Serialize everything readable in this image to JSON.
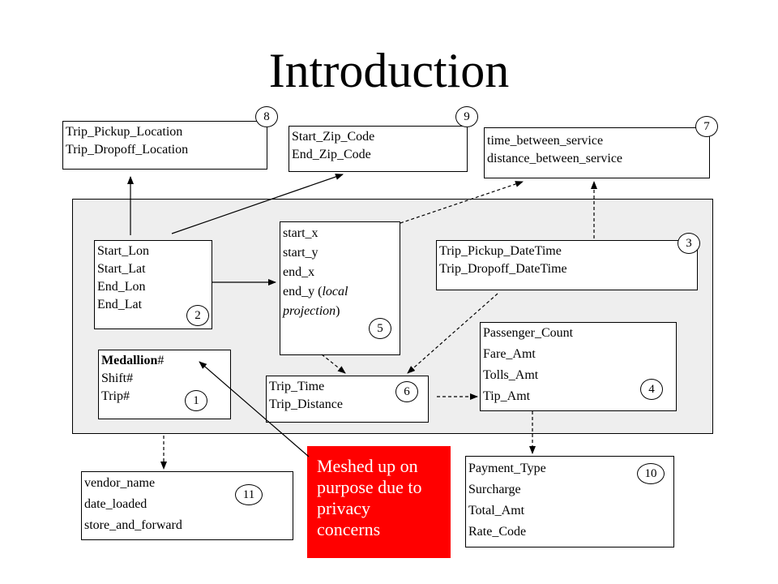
{
  "title": "Introduction",
  "boxes": {
    "b8": {
      "lines": [
        "Trip_Pickup_Location",
        "Trip_Dropoff_Location"
      ],
      "num": "8"
    },
    "b9": {
      "lines": [
        "Start_Zip_Code",
        "End_Zip_Code"
      ],
      "num": "9"
    },
    "b7": {
      "lines": [
        "time_between_service",
        "distance_between_service"
      ],
      "num": "7"
    },
    "b2": {
      "lines": [
        "Start_Lon",
        "Start_Lat",
        "End_Lon",
        "End_Lat"
      ],
      "num": "2"
    },
    "b5": {
      "lines": [
        "start_x",
        "start_y",
        "end_x"
      ],
      "line4_prefix": "end_y (",
      "line4_italic": "local",
      "line5_italic": "projection",
      "line5_suffix": ")",
      "num": "5"
    },
    "b3": {
      "lines": [
        "Trip_Pickup_DateTime",
        "Trip_Dropoff_DateTime"
      ],
      "num": "3"
    },
    "b1": {
      "medallion": "Medallion",
      "medallion_hash": "#",
      "lines": [
        "Shift#",
        "Trip#"
      ],
      "num": "1"
    },
    "b6": {
      "lines": [
        "Trip_Time",
        "Trip_Distance"
      ],
      "num": "6"
    },
    "b4": {
      "lines": [
        "Passenger_Count",
        "Fare_Amt",
        "Tolls_Amt",
        "Tip_Amt"
      ],
      "num": "4"
    },
    "b11": {
      "lines": [
        "vendor_name",
        "date_loaded",
        "store_and_forward"
      ],
      "num": "11"
    },
    "b10": {
      "lines": [
        "Payment_Type",
        "Surcharge",
        "Total_Amt",
        "Rate_Code"
      ],
      "num": "10"
    }
  },
  "note": {
    "lines": [
      "Meshed up on",
      "purpose due to",
      "privacy",
      "concerns"
    ],
    "bg_color": "#ff0000"
  }
}
